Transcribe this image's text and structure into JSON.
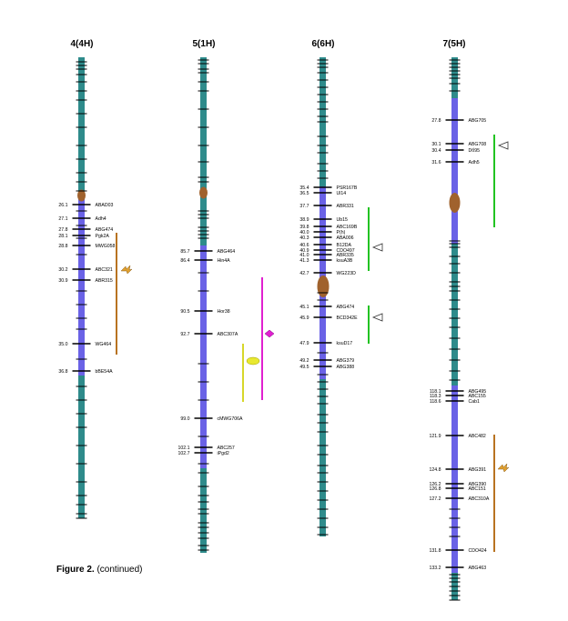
{
  "caption": {
    "label": "Figure 2.",
    "text": "(continued)"
  },
  "colors": {
    "chromosome": "#2e8b8b",
    "segment": "#6a62e6",
    "centromere": "#a0622d",
    "qtl_orange": "#b87321",
    "qtl_green": "#22c322",
    "qtl_magenta": "#e020d0",
    "qtl_yellow": "#d7d72a",
    "marker_line": "#000000"
  },
  "chromosomes": [
    {
      "title": "4(4H)",
      "markers": [
        {
          "pos": "26.1",
          "name": "ABAD03"
        },
        {
          "pos": "27.1",
          "name": "Adh4"
        },
        {
          "pos": "27.8",
          "name": "ABG474"
        },
        {
          "pos": "28.1",
          "name": "Pgk2A"
        },
        {
          "pos": "28.8",
          "name": "MWG058"
        },
        {
          "pos": "30.2",
          "name": "ABC321"
        },
        {
          "pos": "30.9",
          "name": "ABR315"
        },
        {
          "pos": "35.0",
          "name": "WG464"
        },
        {
          "pos": "36.8",
          "name": "bBE54A"
        }
      ],
      "qtl_symbols": [
        "lightning-icon"
      ]
    },
    {
      "title": "5(1H)",
      "markers": [
        {
          "pos": "85.7",
          "name": "ABG464"
        },
        {
          "pos": "86.4",
          "name": "Hin4A"
        },
        {
          "pos": "90.5",
          "name": "Hor38"
        },
        {
          "pos": "92.7",
          "name": "ABC307A"
        },
        {
          "pos": "99.0",
          "name": "cMWG706A"
        },
        {
          "pos": "102.1",
          "name": "ABC257"
        },
        {
          "pos": "102.7",
          "name": "iPgd2"
        }
      ],
      "qtl_symbols": [
        "diamond-icon",
        "ellipse-icon"
      ]
    },
    {
      "title": "6(6H)",
      "markers": [
        {
          "pos": "35.4",
          "name": "PSR167B"
        },
        {
          "pos": "36.5",
          "name": "Ul14"
        },
        {
          "pos": "37.7",
          "name": "ABR331"
        },
        {
          "pos": "38.9",
          "name": "Ub15"
        },
        {
          "pos": "39.8",
          "name": "ABC169B"
        },
        {
          "pos": "40.0",
          "name": "P(h)"
        },
        {
          "pos": "40.3",
          "name": "ABA006"
        },
        {
          "pos": "40.6",
          "name": "B12DA"
        },
        {
          "pos": "40.9",
          "name": "CDO497"
        },
        {
          "pos": "41.0",
          "name": "ABR335"
        },
        {
          "pos": "41.3",
          "name": "ksuA3B"
        },
        {
          "pos": "42.7",
          "name": "WG223D"
        },
        {
          "pos": "45.1",
          "name": "ABG474"
        },
        {
          "pos": "45.9",
          "name": "BCD342E"
        },
        {
          "pos": "47.9",
          "name": "ksuD17"
        },
        {
          "pos": "49.2",
          "name": "ABG379"
        },
        {
          "pos": "49.5",
          "name": "ABG388"
        }
      ],
      "qtl_symbols": [
        "triangle-icon",
        "triangle-icon"
      ]
    },
    {
      "title": "7(5H)",
      "markers": [
        {
          "pos": "27.8",
          "name": "ABG705"
        },
        {
          "pos": "30.1",
          "name": "ABG708"
        },
        {
          "pos": "30.4",
          "name": "Dб95"
        },
        {
          "pos": "31.6",
          "name": "Adh5"
        },
        {
          "pos": "118.1",
          "name": "ABG495"
        },
        {
          "pos": "118.3",
          "name": "ABC155"
        },
        {
          "pos": "118.6",
          "name": "Cab1"
        },
        {
          "pos": "121.9",
          "name": "ABC482"
        },
        {
          "pos": "124.8",
          "name": "ABG391"
        },
        {
          "pos": "126.2",
          "name": "ABG390"
        },
        {
          "pos": "126.8",
          "name": "ABC151"
        },
        {
          "pos": "127.2",
          "name": "ABC310A"
        },
        {
          "pos": "131.8",
          "name": "CDO424"
        },
        {
          "pos": "133.2",
          "name": "ABG463"
        }
      ],
      "qtl_symbols": [
        "triangle-icon",
        "lightning-icon"
      ]
    }
  ]
}
